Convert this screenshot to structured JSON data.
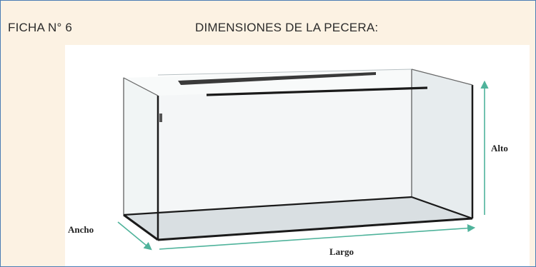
{
  "header": {
    "ficha": "FICHA N° 6",
    "title": "DIMENSIONES DE LA PECERA:"
  },
  "diagram": {
    "labels": {
      "width": "Ancho",
      "length": "Largo",
      "height": "Alto"
    },
    "colors": {
      "arrow": "#4fb39b",
      "frame": "#1a1a1a",
      "glass": "#e9eef0",
      "panel_bg": "#fcf2e3",
      "border": "#4a7db5"
    }
  }
}
